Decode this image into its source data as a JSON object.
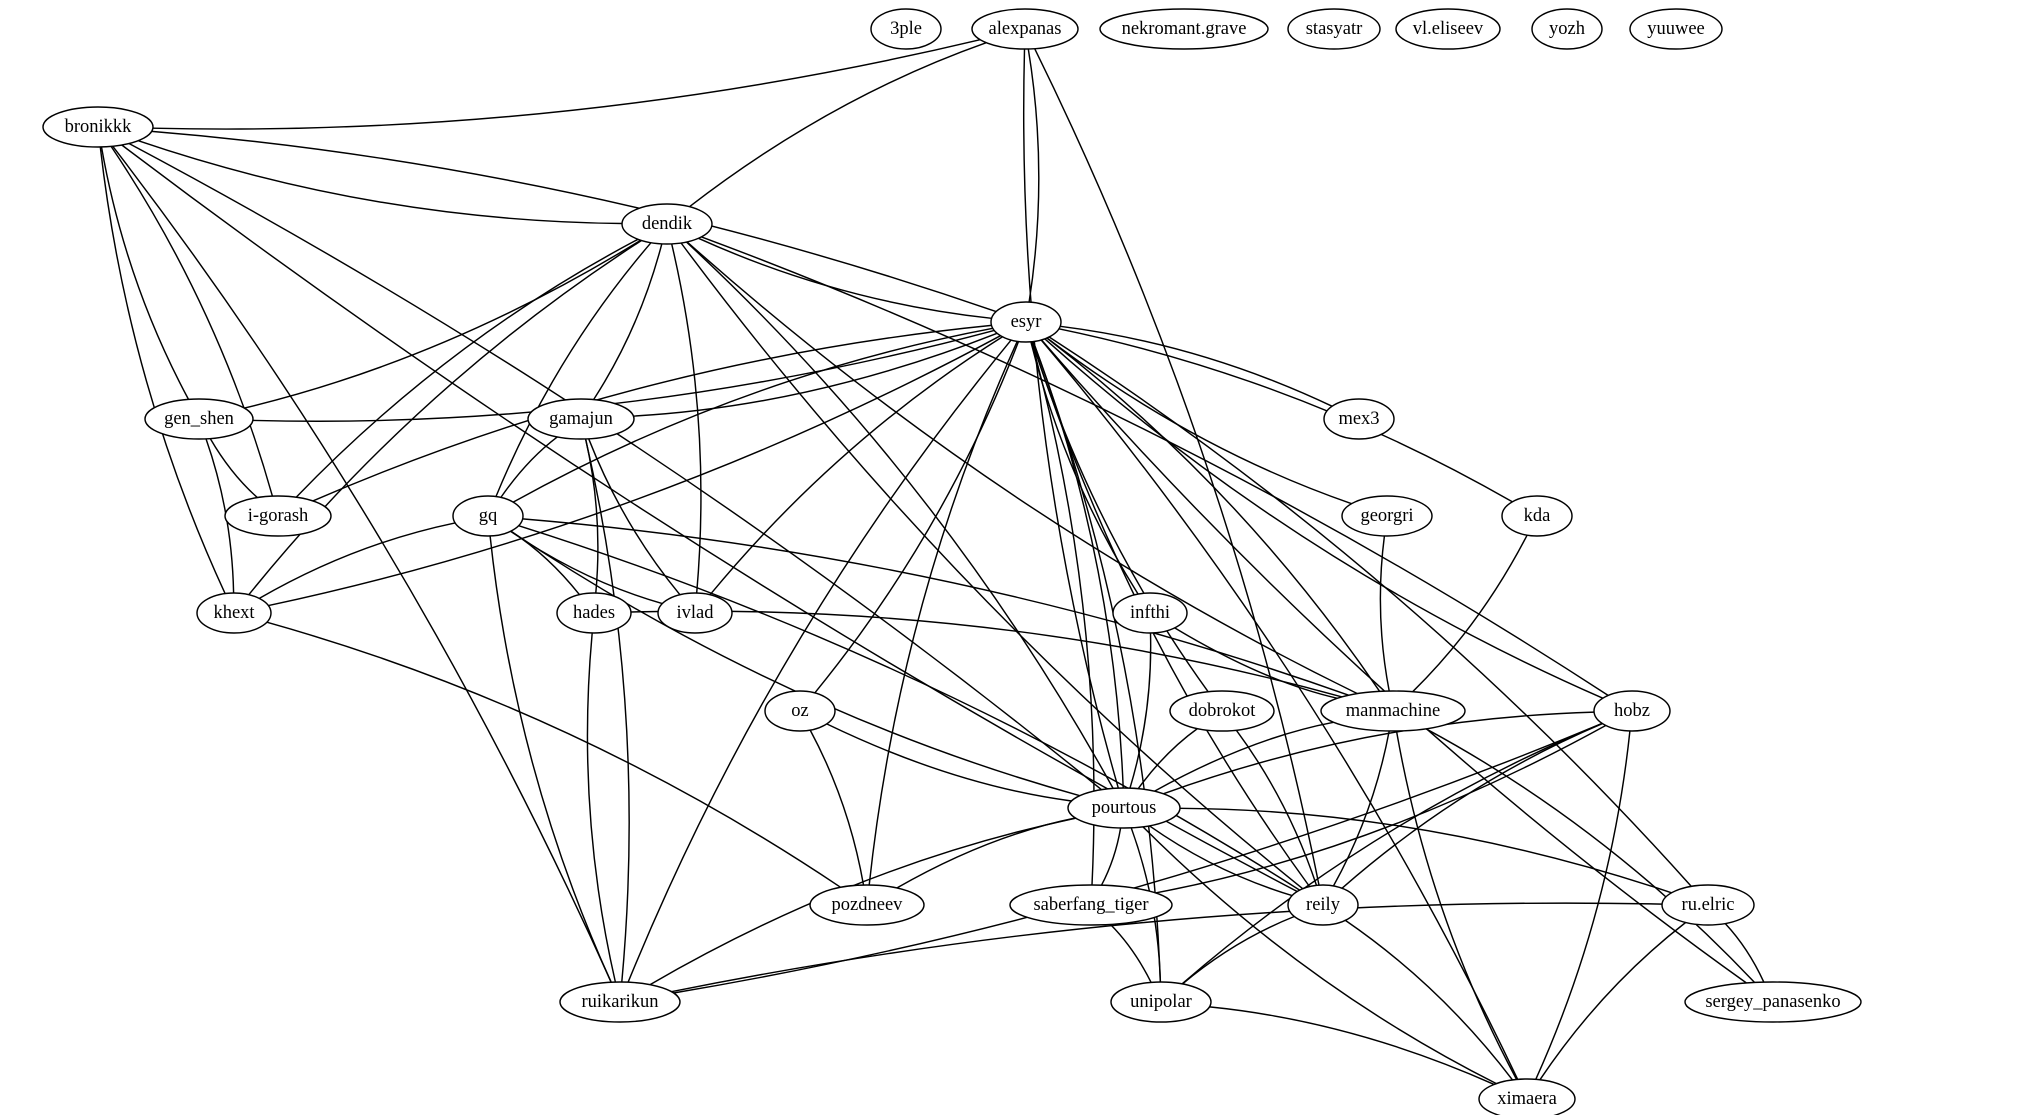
{
  "graph": {
    "nodes": [
      {
        "id": "3ple",
        "label": "3ple"
      },
      {
        "id": "alexpanas",
        "label": "alexpanas"
      },
      {
        "id": "nekromant_grave",
        "label": "nekromant.grave"
      },
      {
        "id": "stasyatr",
        "label": "stasyatr"
      },
      {
        "id": "vl_eliseev",
        "label": "vl.eliseev"
      },
      {
        "id": "yozh",
        "label": "yozh"
      },
      {
        "id": "yuuwee",
        "label": "yuuwee"
      },
      {
        "id": "bronikkk",
        "label": "bronikkk"
      },
      {
        "id": "dendik",
        "label": "dendik"
      },
      {
        "id": "esyr",
        "label": "esyr"
      },
      {
        "id": "gen_shen",
        "label": "gen_shen"
      },
      {
        "id": "gamajun",
        "label": "gamajun"
      },
      {
        "id": "mex3",
        "label": "mex3"
      },
      {
        "id": "i_gorash",
        "label": "i-gorash"
      },
      {
        "id": "gq",
        "label": "gq"
      },
      {
        "id": "georgri",
        "label": "georgri"
      },
      {
        "id": "kda",
        "label": "kda"
      },
      {
        "id": "khext",
        "label": "khext"
      },
      {
        "id": "hades",
        "label": "hades"
      },
      {
        "id": "ivlad",
        "label": "ivlad"
      },
      {
        "id": "infthi",
        "label": "infthi"
      },
      {
        "id": "oz",
        "label": "oz"
      },
      {
        "id": "dobrokot",
        "label": "dobrokot"
      },
      {
        "id": "manmachine",
        "label": "manmachine"
      },
      {
        "id": "hobz",
        "label": "hobz"
      },
      {
        "id": "pourtous",
        "label": "pourtous"
      },
      {
        "id": "pozdneev",
        "label": "pozdneev"
      },
      {
        "id": "saberfang_tiger",
        "label": "saberfang_tiger"
      },
      {
        "id": "reily",
        "label": "reily"
      },
      {
        "id": "ru_elric",
        "label": "ru.elric"
      },
      {
        "id": "ruikarikun",
        "label": "ruikarikun"
      },
      {
        "id": "unipolar",
        "label": "unipolar"
      },
      {
        "id": "sergey_panasenko",
        "label": "sergey_panasenko"
      },
      {
        "id": "ximaera",
        "label": "ximaera"
      }
    ],
    "edges": [
      [
        "alexpanas",
        "bronikkk"
      ],
      [
        "alexpanas",
        "dendik"
      ],
      [
        "alexpanas",
        "esyr"
      ],
      [
        "alexpanas",
        "pourtous"
      ],
      [
        "alexpanas",
        "reily"
      ],
      [
        "bronikkk",
        "dendik"
      ],
      [
        "bronikkk",
        "esyr"
      ],
      [
        "bronikkk",
        "gen_shen"
      ],
      [
        "bronikkk",
        "i_gorash"
      ],
      [
        "bronikkk",
        "khext"
      ],
      [
        "bronikkk",
        "pourtous"
      ],
      [
        "bronikkk",
        "reily"
      ],
      [
        "bronikkk",
        "ruikarikun"
      ],
      [
        "dendik",
        "esyr"
      ],
      [
        "dendik",
        "gen_shen"
      ],
      [
        "dendik",
        "i_gorash"
      ],
      [
        "dendik",
        "gamajun"
      ],
      [
        "dendik",
        "gq"
      ],
      [
        "dendik",
        "ivlad"
      ],
      [
        "dendik",
        "khext"
      ],
      [
        "dendik",
        "pourtous"
      ],
      [
        "dendik",
        "manmachine"
      ],
      [
        "dendik",
        "hobz"
      ],
      [
        "dendik",
        "reily"
      ],
      [
        "esyr",
        "gen_shen"
      ],
      [
        "esyr",
        "i_gorash"
      ],
      [
        "esyr",
        "gamajun"
      ],
      [
        "esyr",
        "gq"
      ],
      [
        "esyr",
        "khext"
      ],
      [
        "esyr",
        "ivlad"
      ],
      [
        "esyr",
        "mex3"
      ],
      [
        "esyr",
        "georgri"
      ],
      [
        "esyr",
        "kda"
      ],
      [
        "esyr",
        "infthi"
      ],
      [
        "esyr",
        "oz"
      ],
      [
        "esyr",
        "dobrokot"
      ],
      [
        "esyr",
        "manmachine"
      ],
      [
        "esyr",
        "hobz"
      ],
      [
        "esyr",
        "pourtous"
      ],
      [
        "esyr",
        "pozdneev"
      ],
      [
        "esyr",
        "saberfang_tiger"
      ],
      [
        "esyr",
        "reily"
      ],
      [
        "esyr",
        "ru_elric"
      ],
      [
        "esyr",
        "ruikarikun"
      ],
      [
        "esyr",
        "unipolar"
      ],
      [
        "esyr",
        "sergey_panasenko"
      ],
      [
        "esyr",
        "ximaera"
      ],
      [
        "gen_shen",
        "i_gorash"
      ],
      [
        "gen_shen",
        "khext"
      ],
      [
        "gamajun",
        "gq"
      ],
      [
        "gamajun",
        "hades"
      ],
      [
        "gamajun",
        "ivlad"
      ],
      [
        "gamajun",
        "ruikarikun"
      ],
      [
        "gq",
        "khext"
      ],
      [
        "gq",
        "hades"
      ],
      [
        "gq",
        "ivlad"
      ],
      [
        "gq",
        "manmachine"
      ],
      [
        "gq",
        "pourtous"
      ],
      [
        "gq",
        "reily"
      ],
      [
        "gq",
        "ruikarikun"
      ],
      [
        "hades",
        "manmachine"
      ],
      [
        "hades",
        "ruikarikun"
      ],
      [
        "khext",
        "pozdneev"
      ],
      [
        "georgri",
        "manmachine"
      ],
      [
        "kda",
        "manmachine"
      ],
      [
        "infthi",
        "manmachine"
      ],
      [
        "infthi",
        "pourtous"
      ],
      [
        "oz",
        "pourtous"
      ],
      [
        "oz",
        "pozdneev"
      ],
      [
        "dobrokot",
        "pourtous"
      ],
      [
        "dobrokot",
        "reily"
      ],
      [
        "manmachine",
        "pourtous"
      ],
      [
        "manmachine",
        "reily"
      ],
      [
        "manmachine",
        "ximaera"
      ],
      [
        "manmachine",
        "sergey_panasenko"
      ],
      [
        "hobz",
        "pourtous"
      ],
      [
        "hobz",
        "saberfang_tiger"
      ],
      [
        "hobz",
        "reily"
      ],
      [
        "hobz",
        "ruikarikun"
      ],
      [
        "hobz",
        "unipolar"
      ],
      [
        "hobz",
        "ximaera"
      ],
      [
        "pourtous",
        "pozdneev"
      ],
      [
        "pourtous",
        "saberfang_tiger"
      ],
      [
        "pourtous",
        "reily"
      ],
      [
        "pourtous",
        "ru_elric"
      ],
      [
        "pourtous",
        "ruikarikun"
      ],
      [
        "pourtous",
        "unipolar"
      ],
      [
        "pourtous",
        "ximaera"
      ],
      [
        "saberfang_tiger",
        "unipolar"
      ],
      [
        "reily",
        "unipolar"
      ],
      [
        "reily",
        "ximaera"
      ],
      [
        "ru_elric",
        "ruikarikun"
      ],
      [
        "ru_elric",
        "sergey_panasenko"
      ],
      [
        "ru_elric",
        "ximaera"
      ],
      [
        "unipolar",
        "ximaera"
      ]
    ]
  }
}
